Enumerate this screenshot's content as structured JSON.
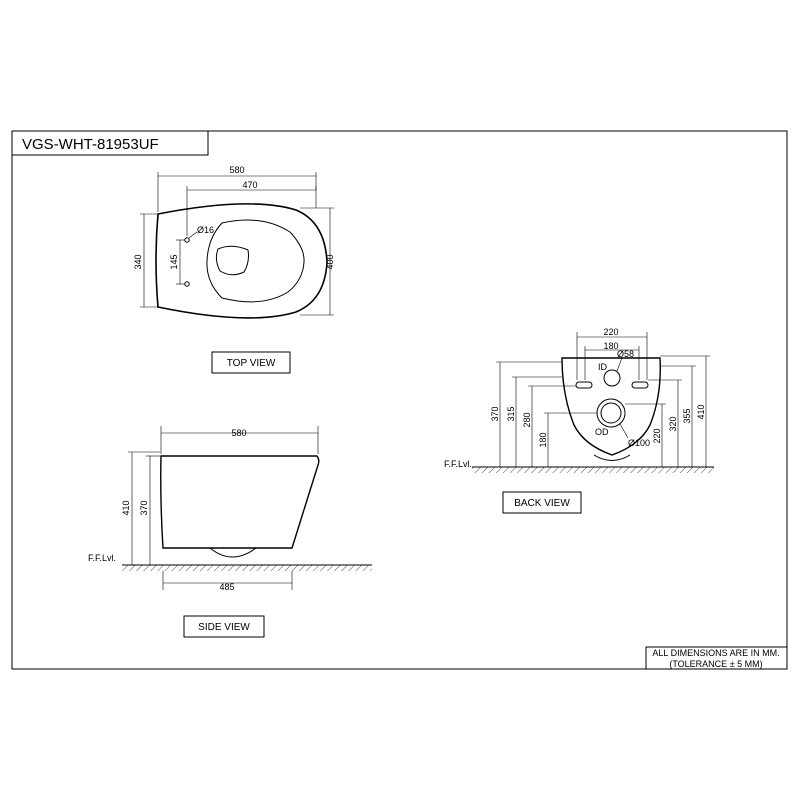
{
  "title": "VGS-WHT-81953UF",
  "views": {
    "top": "TOP VIEW",
    "side": "SIDE VIEW",
    "back": "BACK VIEW"
  },
  "top_dims": {
    "length_580": "580",
    "length_470": "470",
    "height_340": "340",
    "height_400": "400",
    "hole_145": "145",
    "hole_dia": "Ø16"
  },
  "side_dims": {
    "length_580": "580",
    "length_485": "485",
    "height_410": "410",
    "height_370": "370",
    "floor_label": "F.F.Lvl."
  },
  "back_dims": {
    "width_220": "220",
    "width_180": "180",
    "dia_58": "Ø58",
    "id_label": "ID",
    "od_label": "OD",
    "dia_100": "Ø100",
    "h_370": "370",
    "h_315": "315",
    "h_280": "280",
    "h_180": "180",
    "h_220": "220",
    "h_320": "320",
    "h_355": "355",
    "h_410": "410",
    "floor_label": "F.F.Lvl."
  },
  "notes": {
    "line1": "ALL DIMENSIONS ARE IN MM.",
    "line2": "(TOLERANCE ± 5 MM)"
  }
}
